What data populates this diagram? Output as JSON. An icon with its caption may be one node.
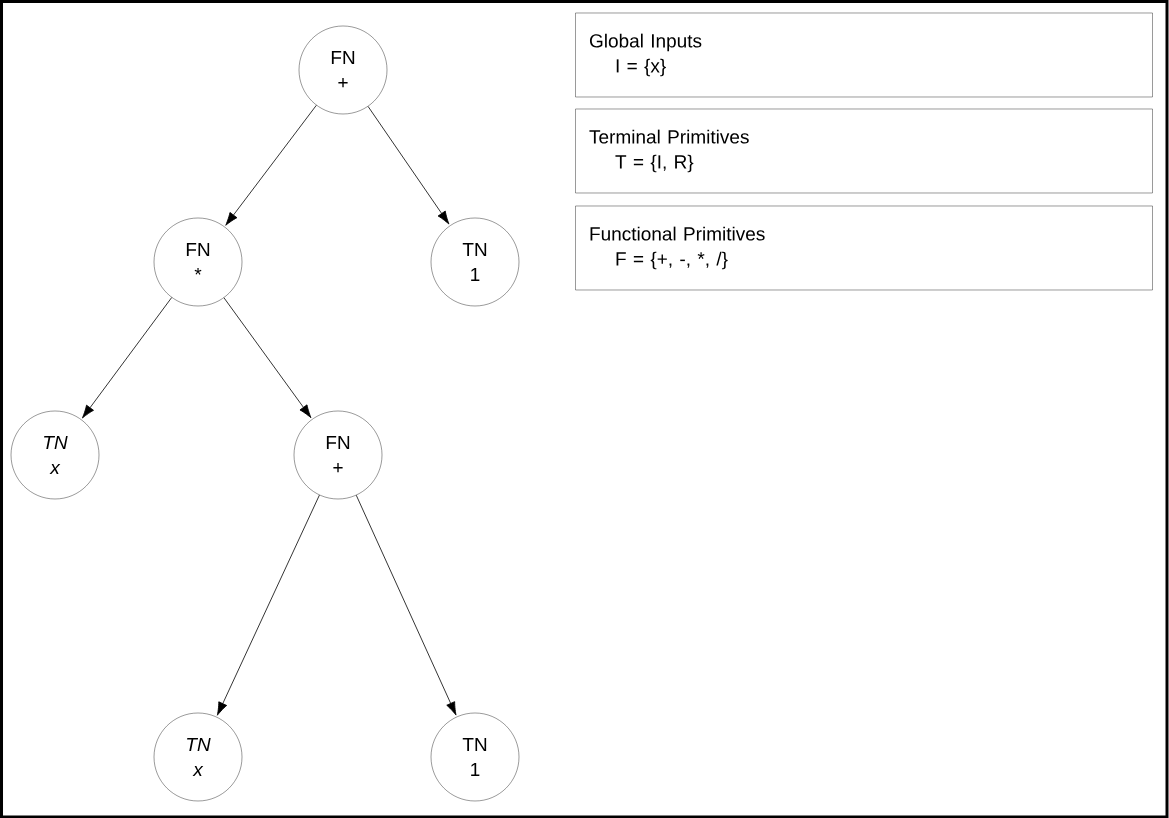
{
  "diagram": {
    "nodes": [
      {
        "text": [
          "FN",
          "+"
        ]
      },
      {
        "text": [
          "FN",
          "*"
        ]
      },
      {
        "text": [
          "TN",
          "1"
        ]
      },
      {
        "text": [
          "TN",
          "x"
        ]
      },
      {
        "text": [
          "FN",
          "+"
        ]
      },
      {
        "text": [
          "TN",
          "x"
        ]
      },
      {
        "text": [
          "TN",
          "1"
        ]
      },
      {
        "text": [
          "Global Inputs",
          "I = {x}"
        ]
      },
      {
        "text": [
          "Terminal Primitives",
          "T = {I, R}"
        ]
      },
      {
        "text": [
          "Functional Primitives",
          "F = {+, -, *, /}"
        ]
      }
    ],
    "edges": [
      {
        "from": 0,
        "to": 1,
        "arrow": "to"
      },
      {
        "from": 0,
        "to": 2,
        "arrow": "to"
      },
      {
        "from": 1,
        "to": 3,
        "arrow": "to"
      },
      {
        "from": 1,
        "to": 4,
        "arrow": "to"
      },
      {
        "from": 4,
        "to": 5,
        "arrow": "to"
      },
      {
        "from": 4,
        "to": 6,
        "arrow": "to"
      }
    ]
  }
}
